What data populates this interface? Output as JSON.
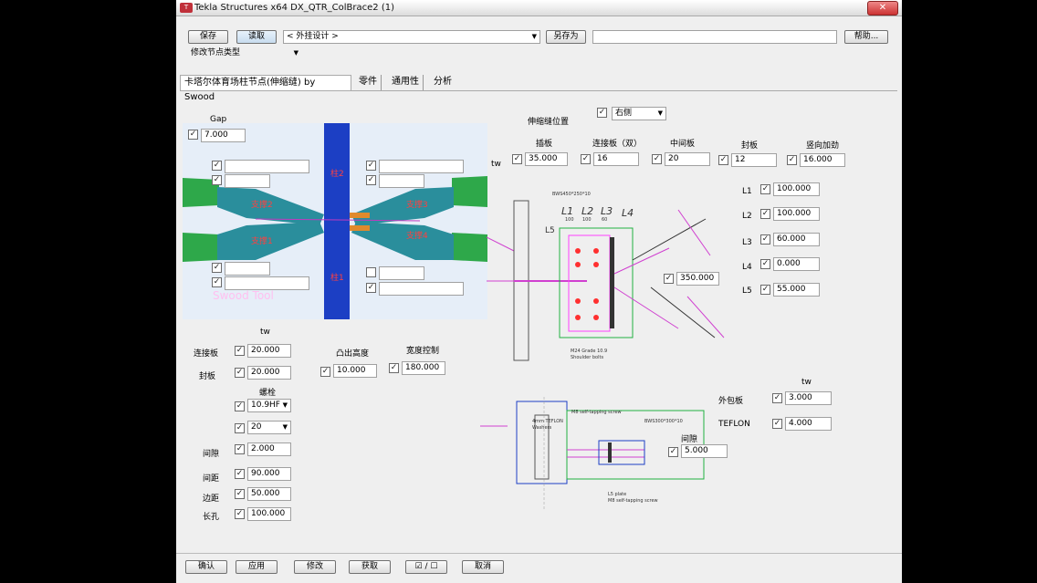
{
  "window": {
    "title": "Tekla Structures x64  DX_QTR_ColBrace2 (1)",
    "close_glyph": "✕"
  },
  "toolbar": {
    "save": "保存",
    "load": "读取",
    "preset": "< 外挂设计 >",
    "save_as": "另存为",
    "save_as_value": "",
    "help": "帮助...",
    "modify_type": "修改节点类型"
  },
  "tabs": [
    "卡塔尔体育场柱节点(伸缩缝) by Swood",
    "零件",
    "通用性",
    "分析"
  ],
  "gap": {
    "label": "Gap",
    "value": "7.000"
  },
  "image": {
    "col_upper": "柱2",
    "col_lower": "柱1",
    "brace1": "支撑1",
    "brace2": "支撑2",
    "brace3": "支撑3",
    "brace4": "支撑4",
    "watermark": "Swood Tool"
  },
  "joint": {
    "label": "伸缩缝位置",
    "side": "右侧",
    "tw": "tw"
  },
  "plates_top": {
    "labels": [
      "插板",
      "连接板（双）",
      "中间板",
      "封板",
      "竖向加劲"
    ],
    "values": [
      "35.000",
      "16",
      "20",
      "12",
      "16.000"
    ]
  },
  "L_dims": {
    "labels": [
      "L1",
      "L2",
      "L3",
      "L4",
      "L5"
    ],
    "values": [
      "100.000",
      "100.000",
      "60.000",
      "0.000",
      "55.000"
    ]
  },
  "drawing_value": "350.000",
  "lower_left": {
    "tw": "tw",
    "conn_label": "连接板",
    "conn_value": "20.000",
    "seal_label": "封板",
    "seal_value": "20.000",
    "bolt_label": "螺栓",
    "bolt_grade": "10.9HF",
    "bolt_size": "20",
    "gap_label": "间隙",
    "gap_value": "2.000",
    "pitch_label": "间距",
    "pitch_value": "90.000",
    "edge_label": "边距",
    "edge_value": "50.000",
    "slot_label": "长孔",
    "slot_value": "100.000"
  },
  "protrusion": {
    "label": "凸出高度",
    "value": "10.000"
  },
  "width_ctrl": {
    "label": "宽度控制",
    "value": "180.000"
  },
  "right_lower": {
    "tw": "tw",
    "wrap_label": "外包板",
    "wrap_value": "3.000",
    "teflon_label": "TEFLON",
    "teflon_value": "4.000",
    "gap_label": "间隙",
    "gap_value": "5.000"
  },
  "drawing_text": {
    "bws": "BWS450*250*10",
    "l1": "L1",
    "l2": "L2",
    "l3": "L3",
    "l4": "L4",
    "l5": "L5",
    "d100a": "100",
    "d100b": "100",
    "d60": "60",
    "m24": "M24 Grade 10.9",
    "shoulder": "Shoulder bolts",
    "teflon": "4mm TEFLON",
    "washers": "Washers",
    "m8a": "M8 self-tapping screw",
    "bws2": "BWS300*300*10",
    "l5plate": "L5 plate",
    "m8b": "M8 self-tapping screw"
  },
  "footer": {
    "ok": "确认",
    "apply": "应用",
    "modify": "修改",
    "get": "获取",
    "toggle": "☑ / ☐",
    "cancel": "取消"
  }
}
